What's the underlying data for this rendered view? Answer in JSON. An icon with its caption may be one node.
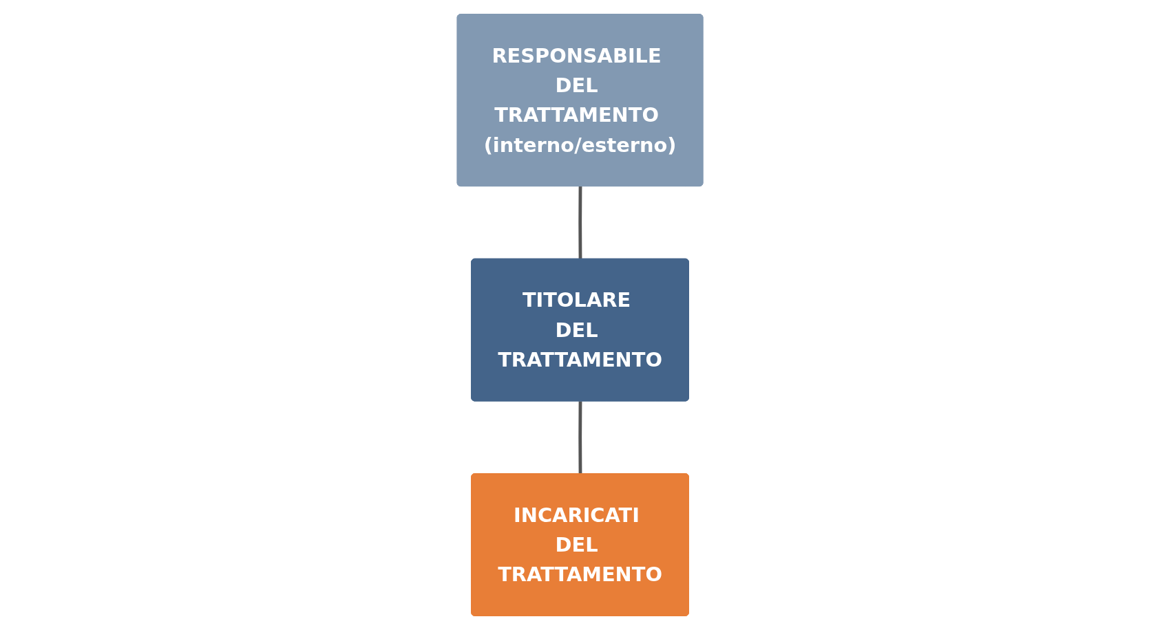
{
  "diagram": {
    "nodes": [
      {
        "text": [
          "TITOLARE DEL TRATTAMENTO"
        ]
      },
      {
        "text": [
          "RESPONSABILE DEL TRATTAMENTO (interno/esterno)"
        ]
      },
      {
        "text": [
          "INCARICATI DEL TRATTAMENTO"
        ]
      }
    ],
    "edges": [
      {
        "from": 0,
        "to": 2,
        "arrow": "none"
      },
      {
        "from": 1,
        "to": 0,
        "arrow": "none"
      }
    ]
  }
}
